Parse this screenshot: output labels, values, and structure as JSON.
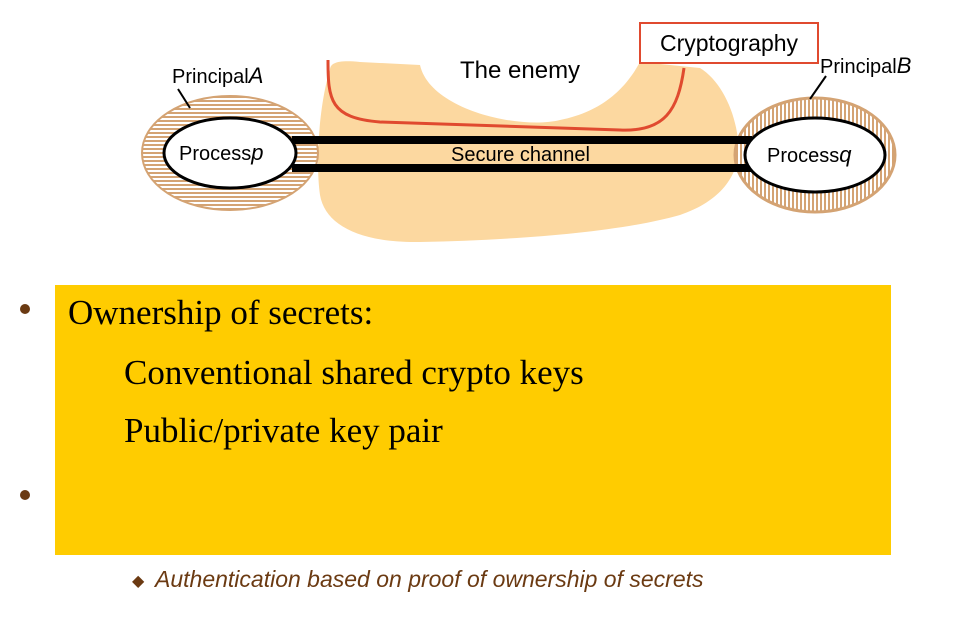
{
  "diagram": {
    "principal_a": {
      "prefix": "Principal",
      "var": "A"
    },
    "principal_b": {
      "prefix": "Principal",
      "var": "B"
    },
    "process_p": {
      "prefix": "Process",
      "var": "p"
    },
    "process_q": {
      "prefix": "Process",
      "var": "q"
    },
    "enemy_label": "The enemy",
    "channel_label": "Secure channel",
    "crypto_label": "Cryptography"
  },
  "bullets": {
    "heading": "Ownership of secrets:",
    "items": [
      "Conventional shared crypto keys",
      "Public/private key pair"
    ],
    "sub_item": "Authentication based on proof of ownership of secrets"
  },
  "colors": {
    "highlight": "#ffcc00",
    "enemy_fill": "#fcd8a0",
    "principal_hatch": "#d4a373",
    "crypto_red": "#e04a2f",
    "bullet_brown": "#6b3a12"
  }
}
